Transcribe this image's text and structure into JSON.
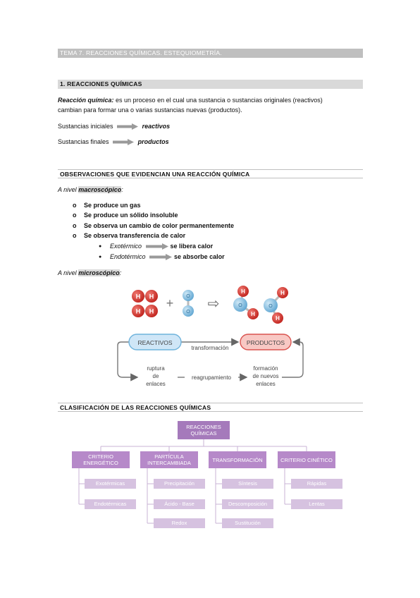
{
  "header": "TEMA 7. REACCIONES QUÍMICAS. ESTEQUIOMETRÍA.",
  "section1": {
    "title": "1. REACCIONES QUÍMICAS",
    "definition_term": "Reacción química:",
    "definition_line1": " es un proceso en el cual una sustancia o sustancias originales (reactivos)",
    "definition_line2": "cambian para formar una o varias sustancias nuevas (productos).",
    "initial_label": "Sustancias iniciales",
    "initial_value": "reactivos",
    "final_label": "Sustancias finales",
    "final_value": "productos"
  },
  "section2": {
    "title": "OBSERVACIONES QUE EVIDENCIAN UNA REACCIÓN QUÍMICA",
    "macro_prefix": "A nivel ",
    "macro_word": "macroscópico",
    "macro_suffix": ":",
    "items": [
      "Se produce un gas",
      "Se produce un sólido insoluble",
      "Se observa un cambio de color permanentemente",
      "Se observa transferencia de calor"
    ],
    "bullet_mark": "o",
    "sub_items": [
      {
        "term": "Exotérmico",
        "text": "se libera calor"
      },
      {
        "term": "Endotérmico",
        "text": "se absorbe calor"
      }
    ],
    "sub_mark": "●",
    "micro_prefix": "A nivel ",
    "micro_word": "microscópico",
    "micro_suffix": ":"
  },
  "molecules": {
    "h_label": "H",
    "o_label": "O",
    "plus": "+",
    "arrow": "⇨",
    "colors": {
      "hydrogen": "#d9302b",
      "oxygen": "#6fb3dc"
    }
  },
  "flow": {
    "reactivos": "REACTIVOS",
    "productos": "PRODUCTOS",
    "transformacion": "transformación",
    "ruptura": [
      "ruptura",
      "de",
      "enlaces"
    ],
    "reagrupamiento": "reagrupamiento",
    "formacion": [
      "formación",
      "de nuevos",
      "enlaces"
    ]
  },
  "section3": {
    "title": "CLASIFICACIÓN DE LAS REACCIONES QUÍMICAS",
    "root": [
      "REACCIONES",
      "QUÍMICAS"
    ],
    "categories": [
      {
        "label": [
          "CRITERIO",
          "ENERGÉTICO"
        ],
        "leaves": [
          "Exotérmicas",
          "Endotérmicas"
        ]
      },
      {
        "label": [
          "PARTÍCULA",
          "INTERCAMBIADA"
        ],
        "leaves": [
          "Precipitación",
          "Ácido - Base",
          "Redox"
        ]
      },
      {
        "label": [
          "TRANSFORMACIÓN"
        ],
        "leaves": [
          "Síntesis",
          "Descomposición",
          "Sustitución"
        ]
      },
      {
        "label": [
          "CRITERIO CINÉTICO"
        ],
        "leaves": [
          "Rápidas",
          "Lentas"
        ]
      }
    ]
  }
}
